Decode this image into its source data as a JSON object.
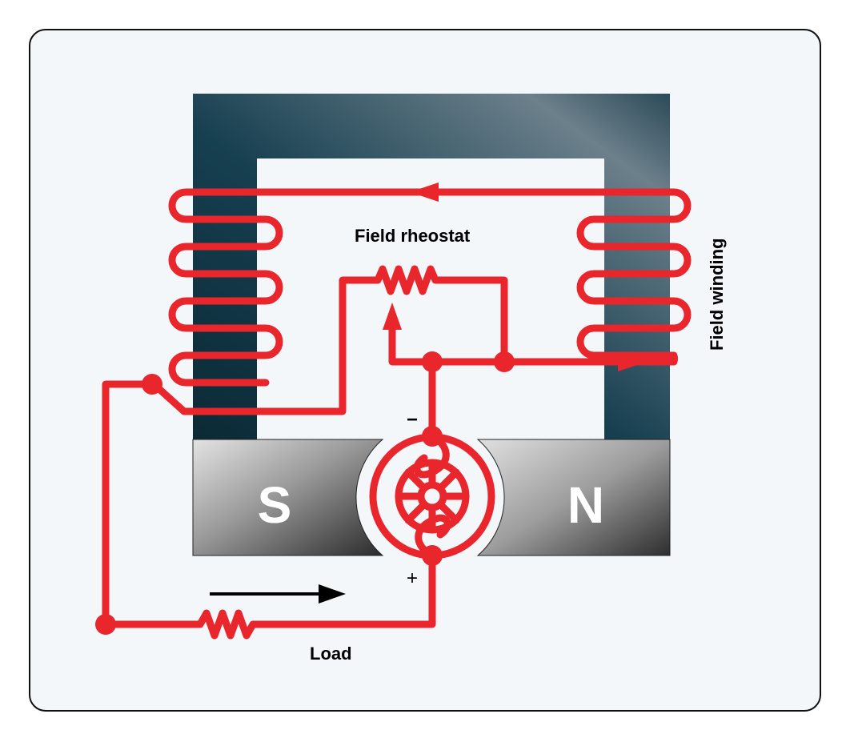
{
  "diagram": {
    "labels": {
      "field_rheostat": "Field rheostat",
      "field_winding": "Field winding",
      "load": "Load",
      "south_pole": "S",
      "north_pole": "N",
      "negative_terminal": "−",
      "positive_terminal": "+"
    },
    "colors": {
      "wire": "#e8262c",
      "frame_dark": "#0f3340",
      "frame_light": "#6a7f8a",
      "pole_dark": "#2a2a2a",
      "pole_light": "#d5d5d5",
      "panel_background": "#f4f7fa",
      "current_arrow": "#000000"
    }
  }
}
